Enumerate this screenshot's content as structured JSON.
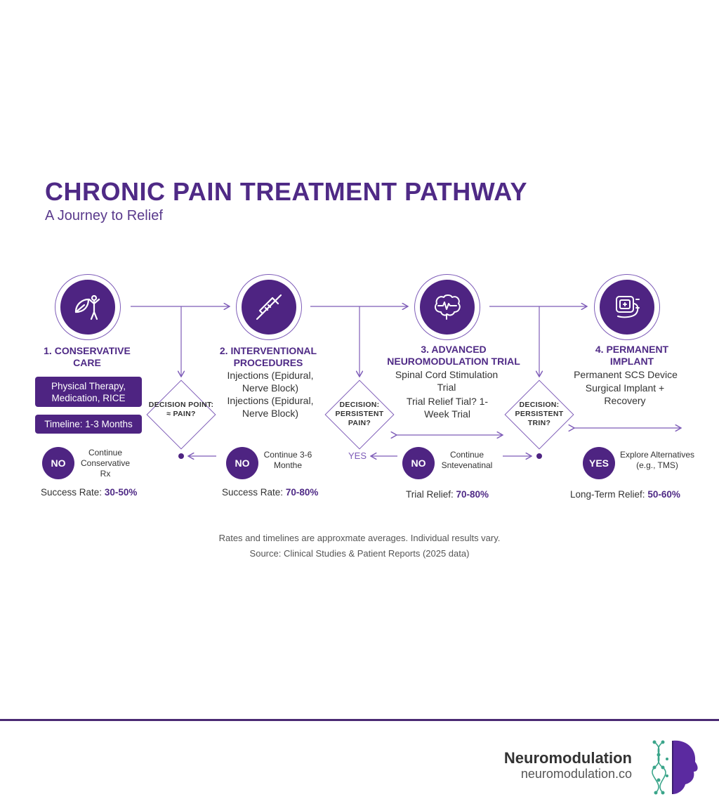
{
  "header": {
    "title": "CHRONIC PAIN TREATMENT PATHWAY",
    "subtitle": "A Journey to Relief"
  },
  "steps": [
    {
      "title": "1. CONSERVATIVE CARE",
      "icon": "person-leaf-icon",
      "pills": [
        "Physical Therapy, Medication, RICE",
        "Timeline: 1-3 Months"
      ],
      "decision": "DECISION POINT: ≈ PAIN?",
      "badge": "NO",
      "note": "Continue Conservative Rx",
      "rate_label": "Success Rate:",
      "rate_value": "30-50%"
    },
    {
      "title": "2. INTERVENTIONAL PROCEDURES",
      "icon": "syringe-icon",
      "desc": [
        "Injections (Epidural, Nerve Block)",
        "Injections (Epidural, Nerve Block)"
      ],
      "decision": "DECISION: PERSISTENT PAIN?",
      "badge": "NO",
      "note": "Continue 3-6 Monthe",
      "yes": "YES",
      "rate_label": "Success Rate:",
      "rate_value": "70-80%"
    },
    {
      "title": "3. ADVANCED NEUROMODULATION TRIAL",
      "icon": "brain-signal-icon",
      "desc": [
        "Spinal Cord Stimulation Trial",
        "Trial Relief Tial? 1-Week Trial"
      ],
      "decision": "DECISION: PERSISTENT TRIN?",
      "badge": "NO",
      "note": "Continue Sntevenatinal",
      "rate_label": "Trial Relief:",
      "rate_value": "70-80%"
    },
    {
      "title": "4. PERMANENT IMPLANT",
      "icon": "implant-device-icon",
      "desc": [
        "Permanent SCS Device",
        "Surgical Implant + Recovery"
      ],
      "badge": "YES",
      "note": "Explore Alternatives (e.g., TMS)",
      "rate_label": "Long-Term Relief:",
      "rate_value": "50-60%"
    }
  ],
  "footnotes": [
    "Rates and timelines are approxmate averages. Individual results vary.",
    "Source: Clinical Studies & Patient Reports (2025 data)"
  ],
  "brand": {
    "name": "Neuromodulation",
    "url": "neuromodulation.co",
    "logo_icon": "dna-head-icon"
  },
  "colors": {
    "primary": "#4e2482",
    "title": "#4f2a86",
    "line": "#7e5cb8"
  }
}
